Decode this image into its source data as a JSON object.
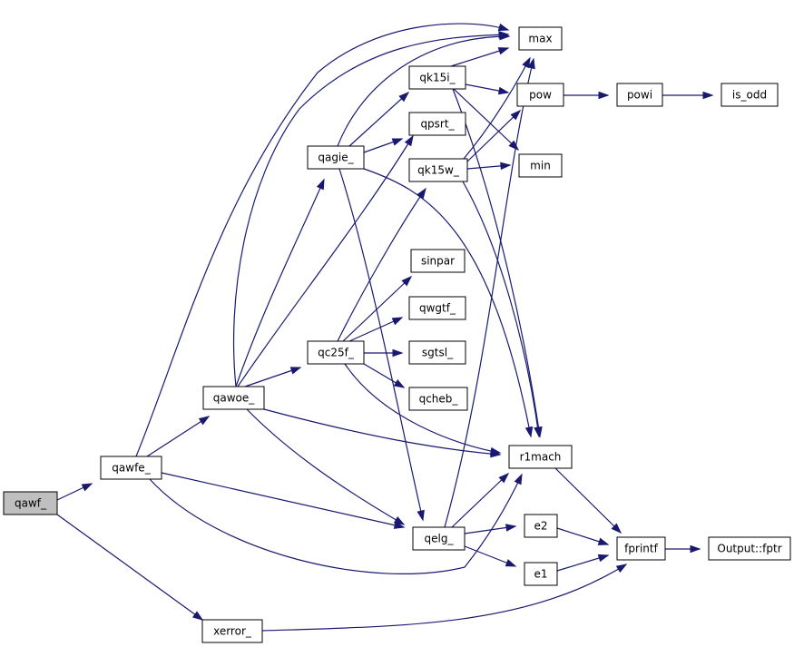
{
  "graph": {
    "colors": {
      "edge": "#191970",
      "node_fill": "#ffffff",
      "node_border": "#000000",
      "root_fill": "#bfbfbf"
    },
    "nodes": [
      {
        "id": "qawf",
        "label": "qawf_",
        "root": true
      },
      {
        "id": "qawfe",
        "label": "qawfe_"
      },
      {
        "id": "xerror",
        "label": "xerror_"
      },
      {
        "id": "qawoe",
        "label": "qawoe_"
      },
      {
        "id": "qagie",
        "label": "qagie_"
      },
      {
        "id": "qc25f",
        "label": "qc25f_"
      },
      {
        "id": "qk15i",
        "label": "qk15i_"
      },
      {
        "id": "qpsrt",
        "label": "qpsrt_"
      },
      {
        "id": "qk15w",
        "label": "qk15w_"
      },
      {
        "id": "sinpar",
        "label": "sinpar"
      },
      {
        "id": "qwgtf",
        "label": "qwgtf_"
      },
      {
        "id": "sgtsl",
        "label": "sgtsl_"
      },
      {
        "id": "qcheb",
        "label": "qcheb_"
      },
      {
        "id": "qelg",
        "label": "qelg_"
      },
      {
        "id": "max",
        "label": "max"
      },
      {
        "id": "pow",
        "label": "pow"
      },
      {
        "id": "min",
        "label": "min"
      },
      {
        "id": "r1mach",
        "label": "r1mach"
      },
      {
        "id": "e2",
        "label": "e2"
      },
      {
        "id": "e1",
        "label": "e1"
      },
      {
        "id": "powi",
        "label": "powi"
      },
      {
        "id": "fprintf",
        "label": "fprintf"
      },
      {
        "id": "is_odd",
        "label": "is_odd"
      },
      {
        "id": "fptr",
        "label": "Output::fptr"
      }
    ],
    "edges": [
      {
        "from": "qawf",
        "to": "qawfe"
      },
      {
        "from": "qawf",
        "to": "xerror"
      },
      {
        "from": "qawfe",
        "to": "qawoe"
      },
      {
        "from": "qawfe",
        "to": "max"
      },
      {
        "from": "qawfe",
        "to": "qelg"
      },
      {
        "from": "qawfe",
        "to": "r1mach"
      },
      {
        "from": "qawoe",
        "to": "qagie"
      },
      {
        "from": "qawoe",
        "to": "qc25f"
      },
      {
        "from": "qawoe",
        "to": "max"
      },
      {
        "from": "qawoe",
        "to": "r1mach"
      },
      {
        "from": "qawoe",
        "to": "qelg"
      },
      {
        "from": "qawoe",
        "to": "qpsrt"
      },
      {
        "from": "qagie",
        "to": "qk15i"
      },
      {
        "from": "qagie",
        "to": "max"
      },
      {
        "from": "qagie",
        "to": "qpsrt"
      },
      {
        "from": "qagie",
        "to": "qelg"
      },
      {
        "from": "qagie",
        "to": "r1mach"
      },
      {
        "from": "qc25f",
        "to": "qk15w"
      },
      {
        "from": "qc25f",
        "to": "sinpar"
      },
      {
        "from": "qc25f",
        "to": "qwgtf"
      },
      {
        "from": "qc25f",
        "to": "sgtsl"
      },
      {
        "from": "qc25f",
        "to": "qcheb"
      },
      {
        "from": "qc25f",
        "to": "r1mach"
      },
      {
        "from": "qk15i",
        "to": "max"
      },
      {
        "from": "qk15i",
        "to": "pow"
      },
      {
        "from": "qk15i",
        "to": "min"
      },
      {
        "from": "qk15i",
        "to": "r1mach"
      },
      {
        "from": "qk15w",
        "to": "max"
      },
      {
        "from": "qk15w",
        "to": "pow"
      },
      {
        "from": "qk15w",
        "to": "min"
      },
      {
        "from": "qk15w",
        "to": "r1mach"
      },
      {
        "from": "pow",
        "to": "powi"
      },
      {
        "from": "powi",
        "to": "is_odd"
      },
      {
        "from": "qelg",
        "to": "max"
      },
      {
        "from": "qelg",
        "to": "r1mach"
      },
      {
        "from": "qelg",
        "to": "e2"
      },
      {
        "from": "qelg",
        "to": "e1"
      },
      {
        "from": "r1mach",
        "to": "fprintf"
      },
      {
        "from": "e2",
        "to": "fprintf"
      },
      {
        "from": "e1",
        "to": "fprintf"
      },
      {
        "from": "fprintf",
        "to": "fptr"
      },
      {
        "from": "xerror",
        "to": "fprintf"
      }
    ]
  }
}
